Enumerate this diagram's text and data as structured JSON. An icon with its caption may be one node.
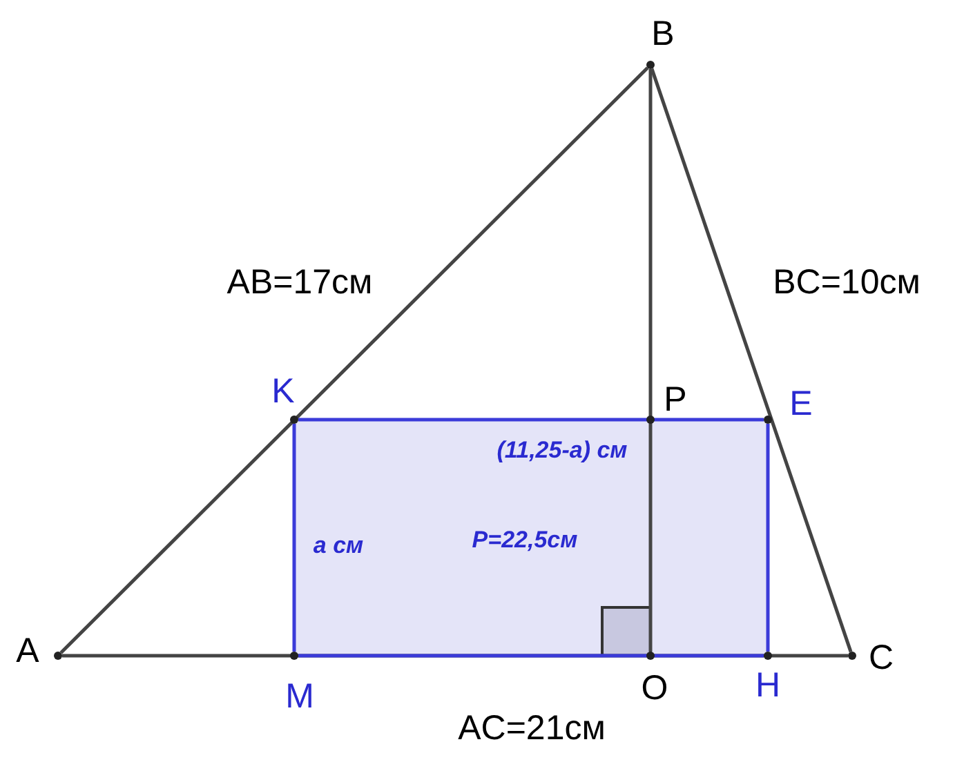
{
  "diagram": {
    "nodes": [
      {
        "text": [],
        "shape": "circle",
        "beside": [
          "B"
        ]
      },
      {
        "text": [],
        "shape": "circle",
        "beside": [
          "A"
        ]
      },
      {
        "text": [],
        "shape": "circle",
        "beside": [
          "C"
        ]
      },
      {
        "text": [],
        "shape": "circle",
        "beside": [
          "K"
        ]
      },
      {
        "text": [],
        "shape": "circle",
        "beside": [
          "P"
        ]
      },
      {
        "text": [],
        "shape": "circle",
        "beside": [
          "E"
        ]
      },
      {
        "text": [],
        "shape": "circle",
        "beside": [
          "M"
        ]
      },
      {
        "text": [],
        "shape": "circle",
        "beside": [
          "O"
        ]
      },
      {
        "text": [],
        "shape": "circle",
        "beside": [
          "H"
        ]
      }
    ],
    "edges": [
      {
        "from": 1,
        "to": 0,
        "arrow": "none"
      },
      {
        "from": 0,
        "to": 2,
        "arrow": "none"
      },
      {
        "from": 1,
        "to": 2,
        "arrow": "none"
      },
      {
        "from": 0,
        "to": 7,
        "arrow": "none"
      },
      {
        "from": 3,
        "to": 5,
        "arrow": "none",
        "color": "#3b3bd9"
      },
      {
        "from": 5,
        "to": 8,
        "arrow": "none",
        "color": "#3b3bd9"
      },
      {
        "from": 8,
        "to": 6,
        "arrow": "none",
        "color": "#3b3bd9"
      },
      {
        "from": 6,
        "to": 3,
        "arrow": "none",
        "color": "#3b3bd9"
      }
    ],
    "labels": [
      "AB=17см",
      "BC=10см",
      "(11,25-a) см",
      "a см",
      "P=22,5см",
      "AC=21см"
    ]
  }
}
